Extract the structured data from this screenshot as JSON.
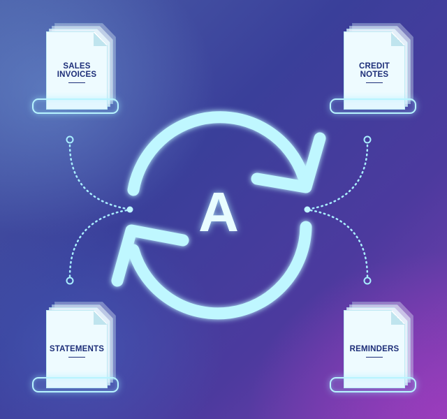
{
  "documents": [
    {
      "id": "sales-invoices",
      "label": "SALES\nINVOICES"
    },
    {
      "id": "credit-notes",
      "label": "CREDIT\nNOTES"
    },
    {
      "id": "statements",
      "label": "STATEMENTS"
    },
    {
      "id": "reminders",
      "label": "REMINDERS"
    }
  ],
  "center": {
    "letter": "A",
    "icon": "sync-arrows-icon"
  },
  "colors": {
    "glow": "#b8f4ff",
    "text": "#1d2e78",
    "background_start": "#4a5fa8",
    "background_end": "#7e3fb2"
  }
}
